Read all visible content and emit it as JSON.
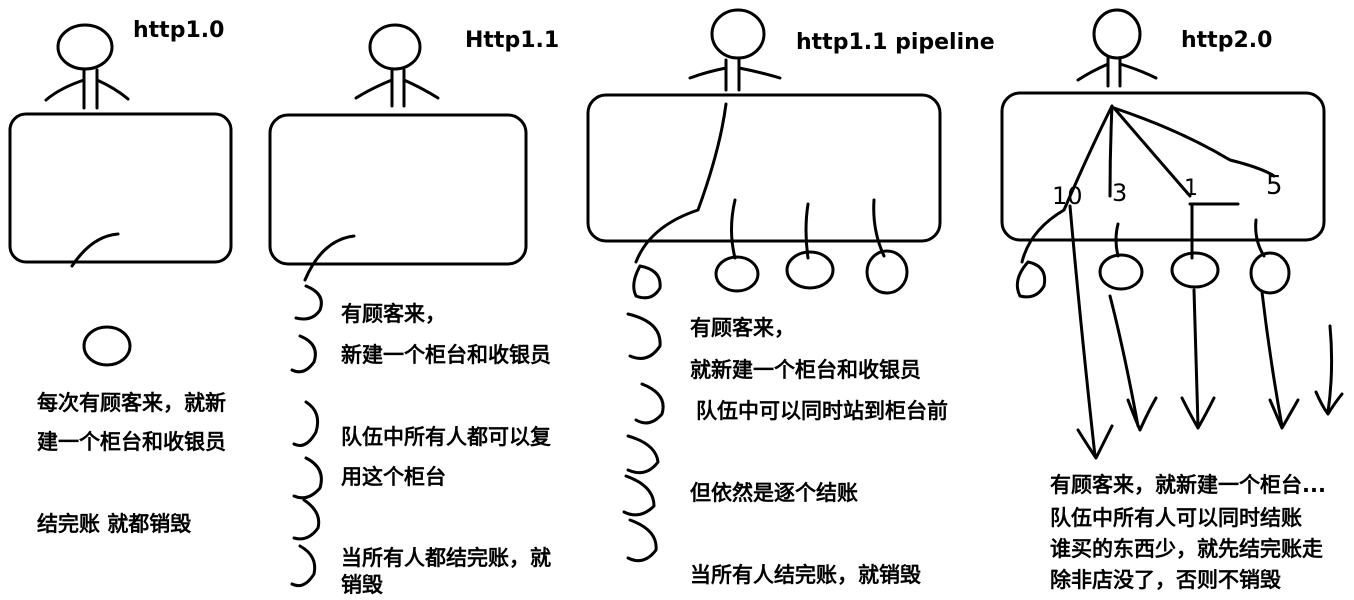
{
  "panels": [
    {
      "title": "http1.0",
      "notes": [
        "每次有顾客来，就新",
        "建一个柜台和收银员",
        "结完账 就都销毁"
      ]
    },
    {
      "title": "Http1.1",
      "notes": [
        "有顾客来，",
        "新建一个柜台和收银员",
        "队伍中所有人都可以复",
        "用这个柜台",
        "当所有人都结完账，就",
        "销毁"
      ]
    },
    {
      "title": "http1.1 pipeline",
      "notes": [
        "有顾客来，",
        "就新建一个柜台和收银员",
        "队伍中可以同时站到柜台前",
        "但依然是逐个结账",
        "当所有人结完账，就销毁"
      ]
    },
    {
      "title": "http2.0",
      "counter_labels": [
        "10",
        "3",
        "1",
        "5"
      ],
      "notes": [
        "有顾客来，就新建一个柜台...",
        "队伍中所有人可以同时结账",
        "谁买的东西少，就先结完账走",
        "除非店没了，否则不销毁"
      ]
    }
  ]
}
